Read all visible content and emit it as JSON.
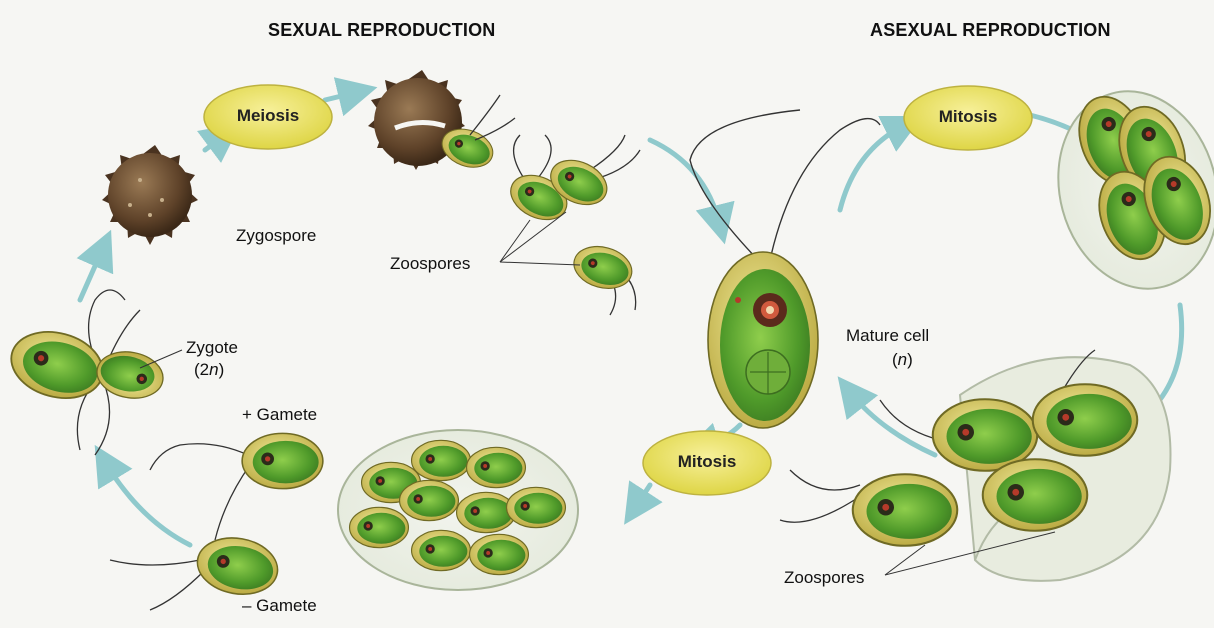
{
  "titles": {
    "sexual": "SEXUAL REPRODUCTION",
    "asexual": "ASEXUAL REPRODUCTION"
  },
  "stages": {
    "meiosis": "Meiosis",
    "mitosis_top": "Mitosis",
    "mitosis_bottom": "Mitosis"
  },
  "labels": {
    "zygospore": "Zygospore",
    "zoospores_sexual": "Zoospores",
    "zygote_line1": "Zygote",
    "zygote_paren_open": "(2",
    "zygote_italic": "n",
    "zygote_paren_close": ")",
    "plus_gamete": "+ Gamete",
    "minus_gamete": "– Gamete",
    "mature_cell_line1": "Mature cell",
    "mature_paren_open": "(",
    "mature_italic": "n",
    "mature_paren_close": ")",
    "zoospores_asexual": "Zoospores"
  },
  "colors": {
    "background": "#f6f6f3",
    "cell_green": "#5aa52e",
    "cell_rim": "#d8cf63",
    "arrow": "#8fc9cc",
    "oval_fill": "#ece55c",
    "spore_brown": "#6b4d32"
  }
}
